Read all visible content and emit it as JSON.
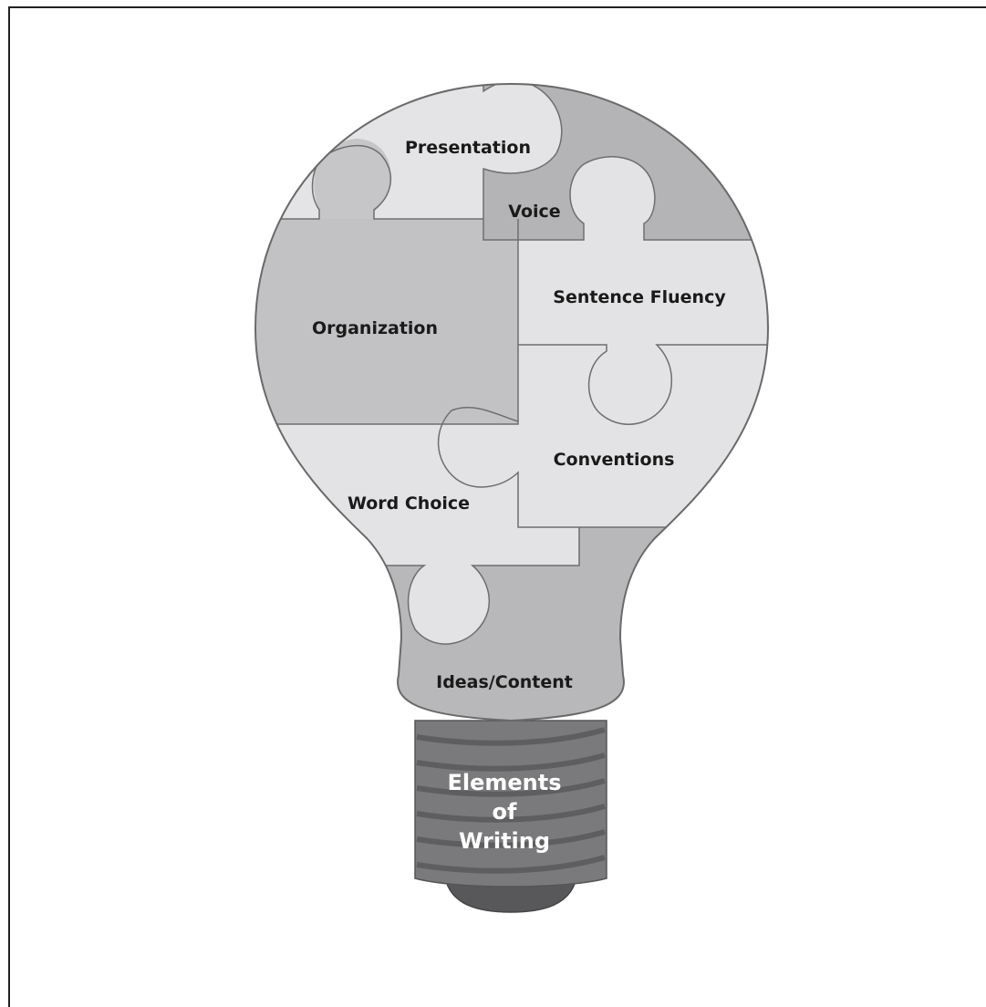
{
  "pieces": {
    "presentation": "Presentation",
    "voice": "Voice",
    "sentence_fluency": "Sentence Fluency",
    "organization": "Organization",
    "conventions": "Conventions",
    "word_choice": "Word Choice",
    "ideas_content": "Ideas/Content"
  },
  "base": {
    "line1": "Elements",
    "line2": "of",
    "line3": "Writing"
  },
  "colors": {
    "light_piece": "#e6e6e8",
    "mid_piece": "#c6c6c8",
    "dark_piece": "#b4b4b6",
    "base_dark": "#7a7a7c",
    "base_stripe": "#5e5e60",
    "cap": "#58585a"
  }
}
